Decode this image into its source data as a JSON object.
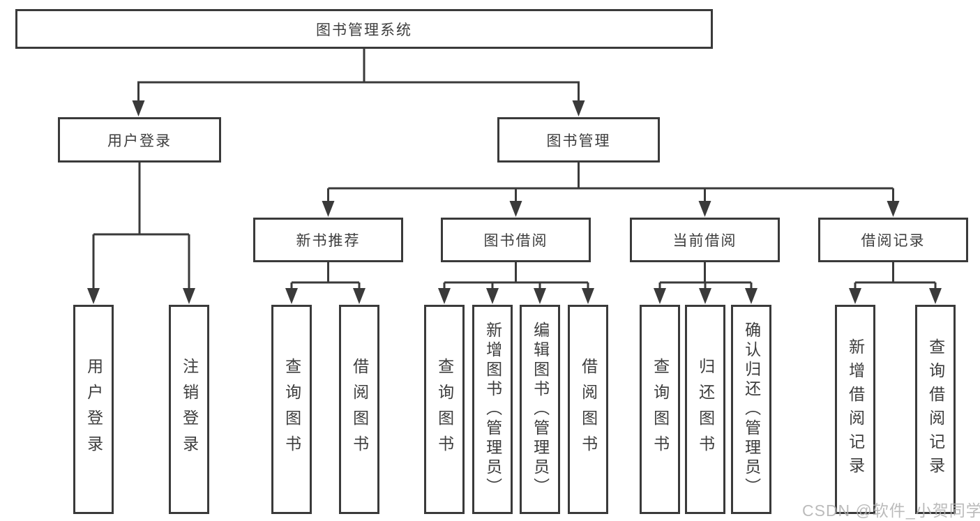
{
  "tree": {
    "root": {
      "label": "图书管理系统"
    },
    "branches": [
      {
        "label": "用户登录",
        "children": [
          {
            "label": "用户登录"
          },
          {
            "label": "注销登录"
          }
        ]
      },
      {
        "label": "图书管理",
        "groups": [
          {
            "label": "新书推荐",
            "children": [
              {
                "label": "查询图书"
              },
              {
                "label": "借阅图书"
              }
            ]
          },
          {
            "label": "图书借阅",
            "children": [
              {
                "label": "查询图书"
              },
              {
                "label": "新增图书（管理员）"
              },
              {
                "label": "编辑图书（管理员）"
              },
              {
                "label": "借阅图书"
              }
            ]
          },
          {
            "label": "当前借阅",
            "children": [
              {
                "label": "查询图书"
              },
              {
                "label": "归还图书"
              },
              {
                "label": "确认归还（管理员）"
              }
            ]
          },
          {
            "label": "借阅记录",
            "children": [
              {
                "label": "新增借阅记录"
              },
              {
                "label": "查询借阅记录"
              }
            ]
          }
        ]
      }
    ]
  },
  "watermark": {
    "text": "CSDN @软件_小贺同学"
  },
  "colors": {
    "line": "#3a3a3a",
    "text": "#3d3d3d",
    "box_background": "#ffffff",
    "page_background": "#ffffff",
    "watermark": "#b0b0b0"
  }
}
